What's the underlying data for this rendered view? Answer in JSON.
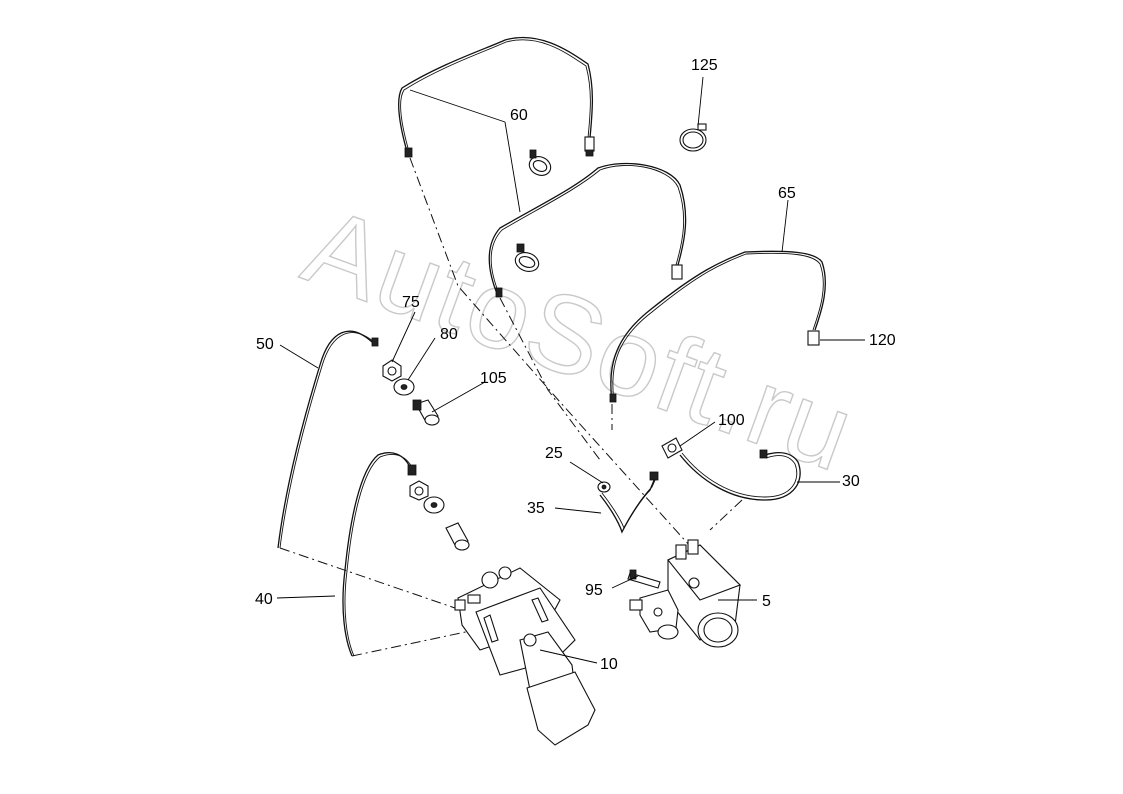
{
  "watermark": "AutoSoft.ru",
  "labels": {
    "p5": "5",
    "p10": "10",
    "p25": "25",
    "p30": "30",
    "p35": "35",
    "p40": "40",
    "p50": "50",
    "p60": "60",
    "p65": "65",
    "p75": "75",
    "p80": "80",
    "p95": "95",
    "p100": "100",
    "p105": "105",
    "p120": "120",
    "p125": "125"
  },
  "colors": {
    "line": "#111111",
    "watermark": "#c9c9c9",
    "background": "#ffffff"
  }
}
